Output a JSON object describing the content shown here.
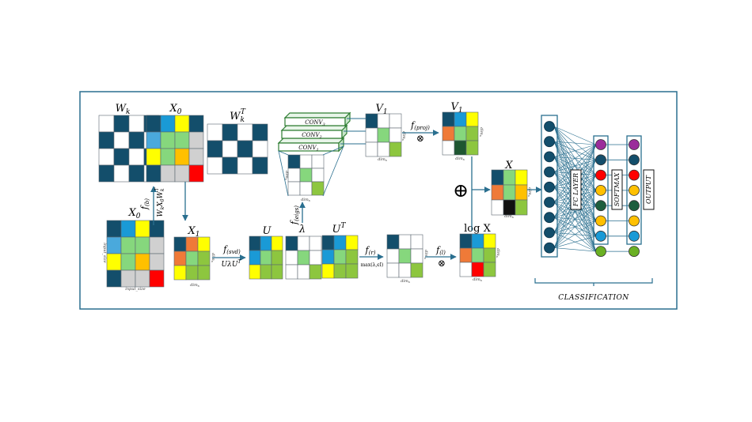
{
  "colors": {
    "frame": "#2a6f8f",
    "arrow": "#2a6f8f",
    "dark": "#134e6b",
    "white": "#ffffff",
    "blue": "#1a9ad6",
    "lightblue": "#4aa9dc",
    "yellow": "#ffff00",
    "lightgreen": "#86d77d",
    "green": "#8dc63f",
    "orange": "#ef7a38",
    "gray": "#d0d0d0",
    "red": "#ff0000",
    "amber": "#ffc000",
    "darkgreen": "#1e5631",
    "black": "#111111",
    "purple": "#9b2d9b",
    "node_green": "#6ab023",
    "node_dark": "#1d5e3d",
    "conv": "#2e7d32"
  },
  "labels": {
    "wk": "W",
    "wk_sub": "k",
    "x0_top": "X",
    "x0_top_sub": "0",
    "wkt": "W",
    "wkt_sub": "k",
    "wkt_sup": "T",
    "x0_bottom": "X",
    "x0_bottom_sub": "0",
    "f_b": "f",
    "f_b_sub": "(b)",
    "wk_formula": "W",
    "x1": "X",
    "x1_sub": "1",
    "f_svd": "f",
    "f_svd_sub": "(svd)",
    "svd_formula": "UλU",
    "svd_formula_sup": "T",
    "u": "U",
    "lambda": "λ",
    "ut": "U",
    "ut_sup": "T",
    "f_eigs": "f",
    "f_eigs_sub": "(eigs)",
    "conv1": "CONV",
    "conv1_sub": "1",
    "conv2": "CONV",
    "conv2_sub": "2",
    "conv3": "CONV",
    "conv3_sub": "3",
    "v1": "V",
    "v1_sub": "1",
    "f_proj": "f",
    "f_proj_sub": "(proj)",
    "otimes1": "⊗",
    "v1b": "V",
    "v1b_sub": "1",
    "oplus": "⊕",
    "x_mid": "X",
    "f_r": "f",
    "f_r_sub": "(r)",
    "max_formula": "max(λ,ϵI)",
    "f_l": "f",
    "f_l_sub": "(l)",
    "otimes2": "⊗",
    "logx": "log X",
    "fc_layer": "FC LAYER",
    "softmax": "SOFTMAX",
    "output": "OUTPUT",
    "classification": "CLASSIFICATION",
    "dim_s": "dim",
    "dim_s_sub": "s",
    "input_size": "input_size",
    "input_size_rot": "input_size",
    "axis_dim": "dim",
    "axis_dim_sub": "s"
  },
  "matrices": {
    "wk": [
      [
        "white",
        "dark",
        "white",
        "dark"
      ],
      [
        "dark",
        "white",
        "dark",
        "white"
      ],
      [
        "white",
        "dark",
        "white",
        "dark"
      ],
      [
        "dark",
        "white",
        "dark",
        "white"
      ]
    ],
    "x0_top": [
      [
        "dark",
        "blue",
        "yellow",
        "dark"
      ],
      [
        "lightblue",
        "lightgreen",
        "lightgreen",
        "gray"
      ],
      [
        "yellow",
        "lightgreen",
        "amber",
        "gray"
      ],
      [
        "dark",
        "gray",
        "gray",
        "red"
      ]
    ],
    "wkt": [
      [
        "white",
        "dark",
        "white",
        "dark"
      ],
      [
        "dark",
        "white",
        "dark",
        "white"
      ],
      [
        "white",
        "dark",
        "white",
        "dark"
      ]
    ],
    "x0_bottom": [
      [
        "dark",
        "blue",
        "yellow",
        "dark"
      ],
      [
        "lightblue",
        "lightgreen",
        "lightgreen",
        "gray"
      ],
      [
        "yellow",
        "lightgreen",
        "amber",
        "gray"
      ],
      [
        "dark",
        "gray",
        "gray",
        "red"
      ]
    ],
    "x1": [
      [
        "dark",
        "orange",
        "yellow"
      ],
      [
        "orange",
        "lightgreen",
        "green"
      ],
      [
        "yellow",
        "green",
        "green"
      ]
    ],
    "u": [
      [
        "dark",
        "blue",
        "yellow"
      ],
      [
        "blue",
        "lightgreen",
        "green"
      ],
      [
        "yellow",
        "green",
        "green"
      ]
    ],
    "lambda": [
      [
        "dark",
        "white",
        "white"
      ],
      [
        "white",
        "lightgreen",
        "white"
      ],
      [
        "white",
        "white",
        "green"
      ]
    ],
    "ut": [
      [
        "dark",
        "blue",
        "yellow"
      ],
      [
        "blue",
        "lightgreen",
        "green"
      ],
      [
        "yellow",
        "green",
        "green"
      ]
    ],
    "conv_out": [
      [
        "dark",
        "white",
        "white"
      ],
      [
        "white",
        "lightgreen",
        "white"
      ],
      [
        "white",
        "white",
        "green"
      ]
    ],
    "v1": [
      [
        "dark",
        "white",
        "white"
      ],
      [
        "white",
        "lightgreen",
        "white"
      ],
      [
        "white",
        "white",
        "green"
      ]
    ],
    "v1b": [
      [
        "dark",
        "blue",
        "yellow"
      ],
      [
        "orange",
        "lightgreen",
        "green"
      ],
      [
        "white",
        "darkgreen",
        "green"
      ]
    ],
    "x_mid": [
      [
        "dark",
        "lightgreen",
        "yellow"
      ],
      [
        "orange",
        "lightgreen",
        "amber"
      ],
      [
        "white",
        "black",
        "green"
      ]
    ],
    "relu_out": [
      [
        "dark",
        "white",
        "white"
      ],
      [
        "white",
        "lightgreen",
        "white"
      ],
      [
        "white",
        "white",
        "green"
      ]
    ],
    "logx": [
      [
        "dark",
        "blue",
        "yellow"
      ],
      [
        "orange",
        "lightgreen",
        "green"
      ],
      [
        "white",
        "red",
        "green"
      ]
    ]
  },
  "network": {
    "fc_nodes": 9,
    "softmax_nodes": [
      "purple",
      "dark",
      "red",
      "amber",
      "node_dark",
      "amber",
      "blue",
      "node_green"
    ],
    "output_nodes": [
      "purple",
      "dark",
      "red",
      "amber",
      "node_dark",
      "amber",
      "blue",
      "node_green"
    ]
  }
}
